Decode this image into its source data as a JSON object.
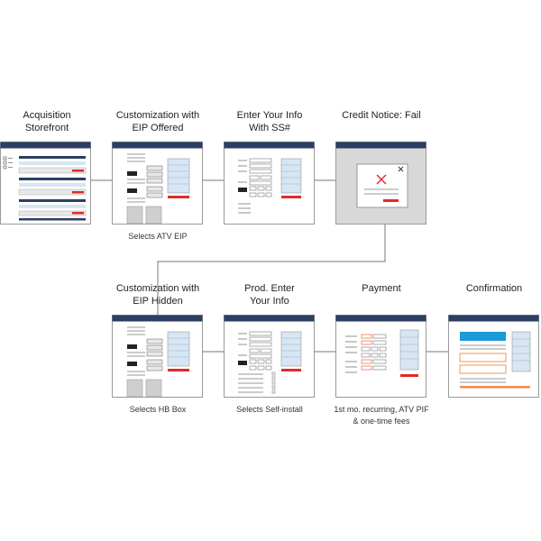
{
  "steps": [
    {
      "title_1": "Acquisition",
      "title_2": "Storefront",
      "caption": ""
    },
    {
      "title_1": "Customization with",
      "title_2": "EIP Offered",
      "caption": "Selects ATV EIP"
    },
    {
      "title_1": "Enter Your Info",
      "title_2": "With SS#",
      "caption": ""
    },
    {
      "title_1": "Credit Notice: Fail",
      "title_2": "",
      "caption": ""
    },
    {
      "title_1": "Customization with",
      "title_2": "EIP Hidden",
      "caption": "Selects HB Box"
    },
    {
      "title_1": "Prod. Enter",
      "title_2": "Your Info",
      "caption": "Selects Self-install"
    },
    {
      "title_1": "Payment",
      "title_2": "",
      "caption": "1st mo. recurring, ATV PIF",
      "caption_2": "& one-time fees"
    },
    {
      "title_1": "Confirmation",
      "title_2": "",
      "caption": ""
    }
  ],
  "colors": {
    "header_navy": "#2c3e63",
    "accent_red": "#e02b27",
    "light_blue": "#d6e6f4",
    "gray_fill": "#cfcfcf",
    "frame": "#9a9a9a",
    "bright_blue": "#1a9ad6",
    "orange": "#f08a4b"
  },
  "icons": {
    "credit_fail": "x-mark-icon",
    "close": "close-icon"
  }
}
